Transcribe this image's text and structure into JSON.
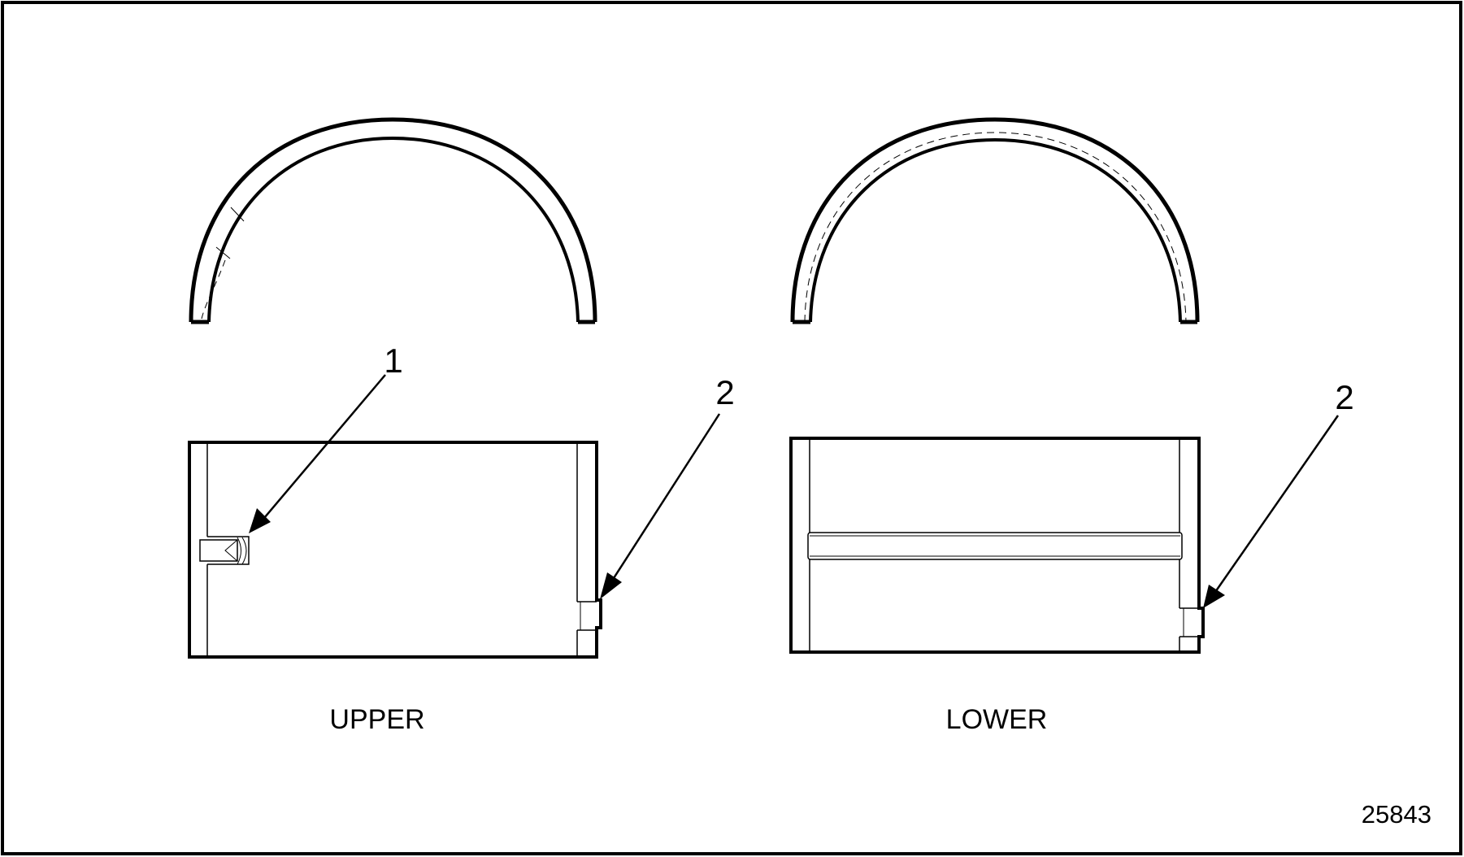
{
  "figure": {
    "number": "25843",
    "views": [
      {
        "id": "upper",
        "caption": "UPPER"
      },
      {
        "id": "lower",
        "caption": "LOWER"
      }
    ],
    "callouts": [
      {
        "number": "1",
        "target": "upper-bearing-oil-hole-notch"
      },
      {
        "number": "2",
        "target": "upper-bearing-locating-tang"
      },
      {
        "number": "2",
        "target": "lower-bearing-locating-tang"
      }
    ]
  },
  "colors": {
    "line": "#000000",
    "background": "#ffffff"
  }
}
